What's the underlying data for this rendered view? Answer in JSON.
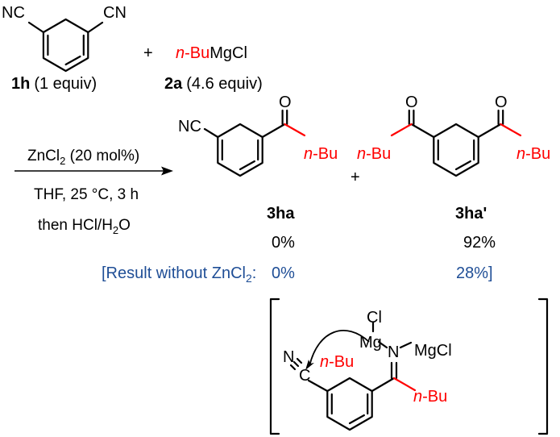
{
  "reagents": {
    "r1": {
      "group1": "NC",
      "group2": "CN",
      "label": "1h",
      "equiv": "(1 equiv)"
    },
    "plus": "+",
    "r2": {
      "prefix": "n",
      "dash": "-",
      "alkyl": "Bu",
      "grignard": "MgCl",
      "label": "2a",
      "equiv": "(4.6 equiv)"
    }
  },
  "conditions": {
    "line1a": "ZnCl",
    "line1_sub": "2",
    "line1b": " (20 mol%)",
    "line2": "THF, 25 °C, 3 h",
    "line3a": "then HCl/H",
    "line3_sub": "2",
    "line3b": "O"
  },
  "products": {
    "p1": {
      "nitrile": "NC",
      "oxygen": "O",
      "prefix": "n",
      "dash": "-",
      "alkyl": "Bu",
      "label": "3ha",
      "yield": "0%"
    },
    "plus": "+",
    "p2": {
      "oxygen_left": "O",
      "oxygen_right": "O",
      "prefix": "n",
      "dash": "-",
      "alkyl": "Bu",
      "label": "3ha'",
      "yield": "92%"
    }
  },
  "comparison": {
    "prefix": "[Result without ZnCl",
    "sub": "2",
    "colon": ":",
    "value1": "0%",
    "value2": "28%]"
  },
  "intermediate": {
    "cl": "Cl",
    "mg": "Mg",
    "n": "N",
    "mgcl": "MgCl",
    "nitrile_n": "N",
    "nitrile_c": "C",
    "prefix": "n",
    "dash": "-",
    "alkyl": "Bu"
  }
}
